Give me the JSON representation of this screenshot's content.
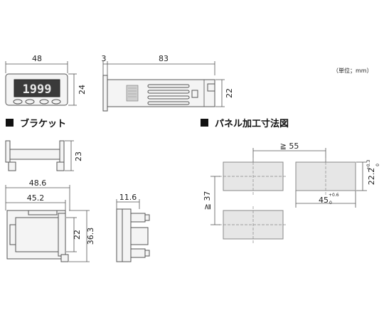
{
  "unit_note": "（単位；mm）",
  "headings": {
    "bracket": "ブラケット",
    "panel_cutout": "パネル加工寸法図"
  },
  "front_view": {
    "width": "48",
    "height": "24",
    "display_digits": "1999"
  },
  "side_view": {
    "front_depth": "3",
    "body_depth": "83",
    "height": "22"
  },
  "bracket": {
    "side_height": "23",
    "outer_width": "48.6",
    "inner_width": "45.2",
    "inner_height": "22",
    "outer_height": "36.3",
    "profile_width": "11.6"
  },
  "panel_cutout": {
    "horizontal_pitch": "≧ 55",
    "vertical_pitch": "≧ 37",
    "cut_width": "45",
    "cut_width_tol_upper": "+0.6",
    "cut_width_tol_lower": "0",
    "cut_height": "22.2",
    "cut_height_tol_upper": "+0.3",
    "cut_height_tol_lower": "0"
  }
}
